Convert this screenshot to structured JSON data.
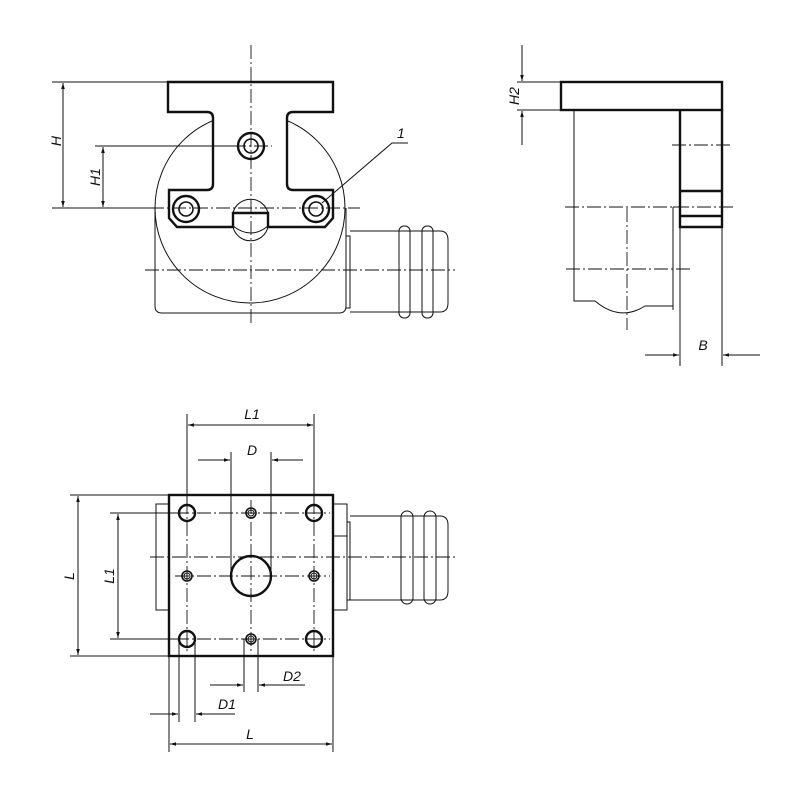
{
  "title": "Technical drawing: indexing unit with mounting plate (front, side and top views)",
  "front_view": {
    "dim_H": "H",
    "dim_H1": "H1",
    "callout": "1"
  },
  "side_view": {
    "dim_H2": "H2",
    "dim_B": "B"
  },
  "top_view": {
    "dim_L1_horizontal": "L1",
    "dim_D": "D",
    "dim_L_vertical": "L",
    "dim_L1_vertical": "L1",
    "dim_D2": "D2",
    "dim_D1": "D1",
    "dim_L_horizontal": "L"
  },
  "colors": {
    "line": "#111111",
    "background": "#ffffff"
  }
}
